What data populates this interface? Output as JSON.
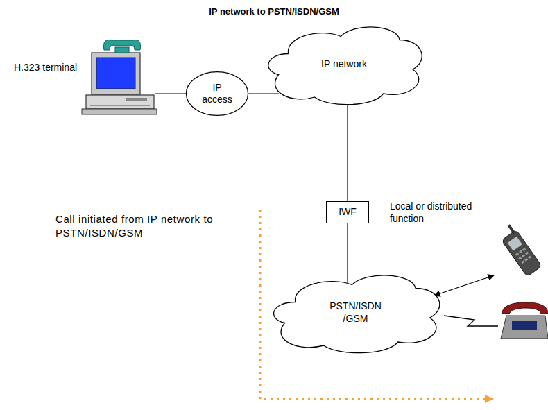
{
  "diagram": {
    "title": "IP network to PSTN/ISDN/GSM",
    "nodes": [
      {
        "text": [
          "IP access"
        ]
      },
      {
        "text": [
          "IP network"
        ]
      },
      {
        "text": [
          "IWF"
        ]
      },
      {
        "text": [
          "PSTN/ISDN /GSM"
        ]
      }
    ],
    "edges": [
      {
        "from": 0,
        "to": 1,
        "arrow": "none"
      },
      {
        "from": 1,
        "to": 2,
        "arrow": "none"
      },
      {
        "from": 2,
        "to": 3,
        "arrow": "none"
      }
    ],
    "labels": [
      "H.323 terminal",
      "Local or distributed function",
      "Call initiated from IP network to PSTN/ISDN/GSM"
    ]
  }
}
